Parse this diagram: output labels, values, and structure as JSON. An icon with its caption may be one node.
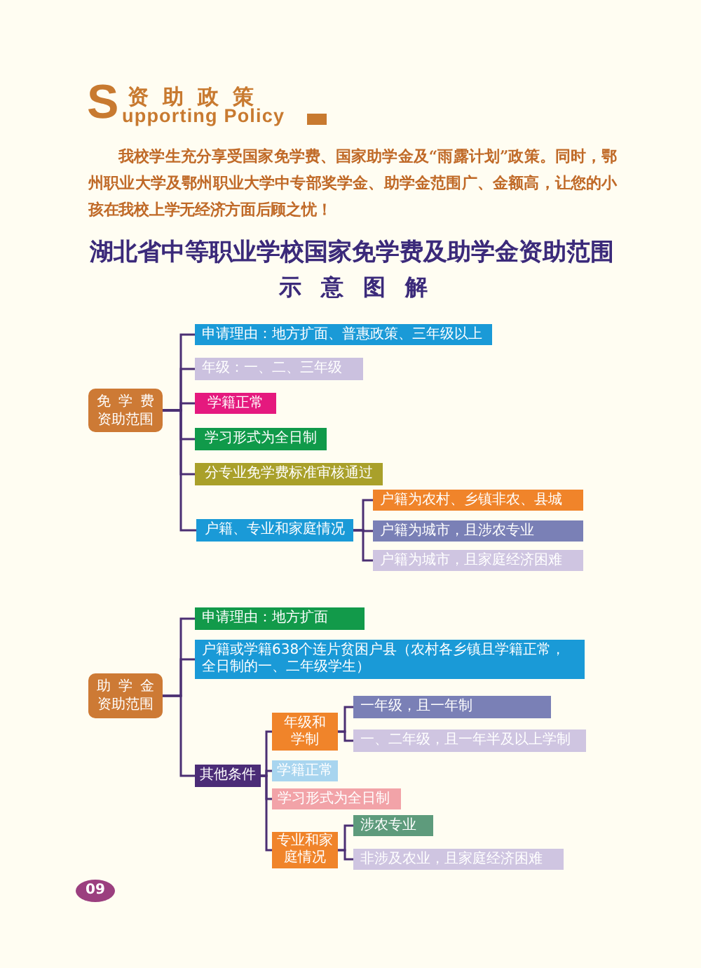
{
  "diagram": {
    "title": "湖北省中等职业学校国家免学费及助学金资助范围",
    "nodes": [
      {
        "text": [
          "免学费",
          "资助范围"
        ]
      },
      {
        "text": [
          "申请理由：地方扩面、普惠政策、三年级以上"
        ]
      },
      {
        "text": [
          "年级：一、二、三年级"
        ]
      },
      {
        "text": [
          "学籍正常"
        ]
      },
      {
        "text": [
          "学习形式为全日制"
        ]
      },
      {
        "text": [
          "分专业免学费标准审核通过"
        ]
      },
      {
        "text": [
          "户籍、专业和家庭情况"
        ]
      },
      {
        "text": [
          "户籍为农村、乡镇非农、县城"
        ]
      },
      {
        "text": [
          "户籍为城市，且涉农专业"
        ]
      },
      {
        "text": [
          "户籍为城市，且家庭经济困难"
        ]
      },
      {
        "text": [
          "助学金",
          "资助范围"
        ]
      },
      {
        "text": [
          "申请理由：地方扩面"
        ]
      },
      {
        "text": [
          "户籍或学籍638个连片贫困户县（农村各乡镇且学籍正常，全日制的一、二年级学生）"
        ]
      },
      {
        "text": [
          "其他条件"
        ]
      },
      {
        "text": [
          "年级和学制"
        ]
      },
      {
        "text": [
          "一年级，且一年制"
        ]
      },
      {
        "text": [
          "一、二年级，且一年半及以上学制"
        ]
      },
      {
        "text": [
          "学籍正常"
        ]
      },
      {
        "text": [
          "学习形式为全日制"
        ]
      },
      {
        "text": [
          "专业和家庭情况"
        ]
      },
      {
        "text": [
          "涉农专业"
        ]
      },
      {
        "text": [
          "非涉及农业，且家庭经济困难"
        ]
      }
    ],
    "edges": [
      {
        "from": 0,
        "to": 1,
        "arrow": "none"
      },
      {
        "from": 0,
        "to": 2,
        "arrow": "none"
      },
      {
        "from": 0,
        "to": 3,
        "arrow": "none"
      },
      {
        "from": 0,
        "to": 4,
        "arrow": "none"
      },
      {
        "from": 0,
        "to": 5,
        "arrow": "none"
      },
      {
        "from": 0,
        "to": 6,
        "arrow": "none"
      },
      {
        "from": 6,
        "to": 7,
        "arrow": "none"
      },
      {
        "from": 6,
        "to": 8,
        "arrow": "none"
      },
      {
        "from": 6,
        "to": 9,
        "arrow": "none"
      },
      {
        "from": 10,
        "to": 11,
        "arrow": "none"
      },
      {
        "from": 10,
        "to": 12,
        "arrow": "none"
      },
      {
        "from": 10,
        "to": 13,
        "arrow": "none"
      },
      {
        "from": 13,
        "to": 14,
        "arrow": "none"
      },
      {
        "from": 13,
        "to": 17,
        "arrow": "none"
      },
      {
        "from": 13,
        "to": 18,
        "arrow": "none"
      },
      {
        "from": 13,
        "to": 19,
        "arrow": "none"
      },
      {
        "from": 14,
        "to": 15,
        "arrow": "none"
      },
      {
        "from": 14,
        "to": 16,
        "arrow": "none"
      },
      {
        "from": 19,
        "to": 20,
        "arrow": "none"
      },
      {
        "from": 19,
        "to": 21,
        "arrow": "none"
      }
    ],
    "labels": [
      "S",
      "资助政策",
      "upporting Policy",
      "我校学生充分享受国家免学费、国家助学金及“雨露计划”政策。同时，鄂州职业大学及鄂州职业大学中专部奖学金、助学金范围广、金额高，让您的小孩在我校上学无经济方面后顾之忧！",
      "示意图解",
      "09"
    ]
  }
}
